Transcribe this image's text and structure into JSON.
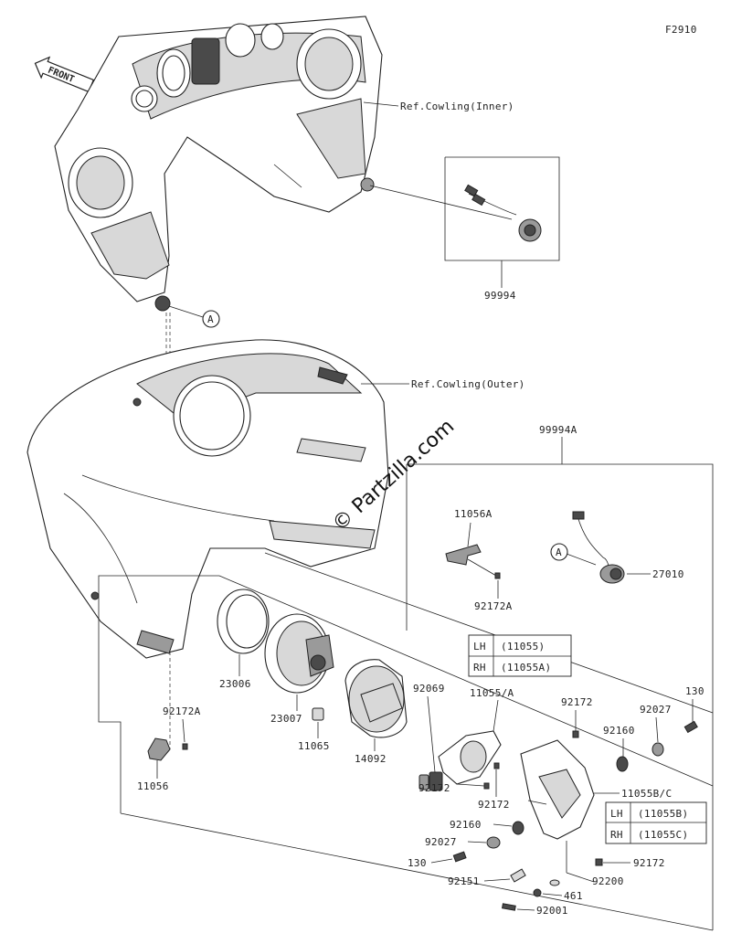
{
  "figure_code": "F2910",
  "front_label": "FRONT",
  "watermark": "© Partzilla.com",
  "refs": {
    "cowling_inner": "Ref.Cowling(Inner)",
    "cowling_outer": "Ref.Cowling(Outer)"
  },
  "callout_a": "A",
  "parts": {
    "p99994": "99994",
    "p99994a": "99994A",
    "p11056a": "11056A",
    "p92172a_top": "92172A",
    "p27010": "27010",
    "p23006": "23006",
    "p23007": "23007",
    "p11065": "11065",
    "p14092": "14092",
    "p92069": "92069",
    "p11055a": "11055/A",
    "p92172_r": "92172",
    "p92027_r": "92027",
    "p130_r": "130",
    "p92160_r": "92160",
    "p11055bc": "11055B/C",
    "p92172a_left": "92172A",
    "p11056": "11056",
    "p92172_mid": "92172",
    "p92172_mid2": "92172",
    "p92160_l": "92160",
    "p92027_l": "92027",
    "p130_l": "130",
    "p92172_b": "92172",
    "p92151": "92151",
    "p92200": "92200",
    "p461": "461",
    "p92001": "92001"
  },
  "table1": {
    "rows": [
      {
        "side": "LH",
        "code": "(11055)"
      },
      {
        "side": "RH",
        "code": "(11055A)"
      }
    ]
  },
  "table2": {
    "rows": [
      {
        "side": "LH",
        "code": "(11055B)"
      },
      {
        "side": "RH",
        "code": "(11055C)"
      }
    ]
  }
}
